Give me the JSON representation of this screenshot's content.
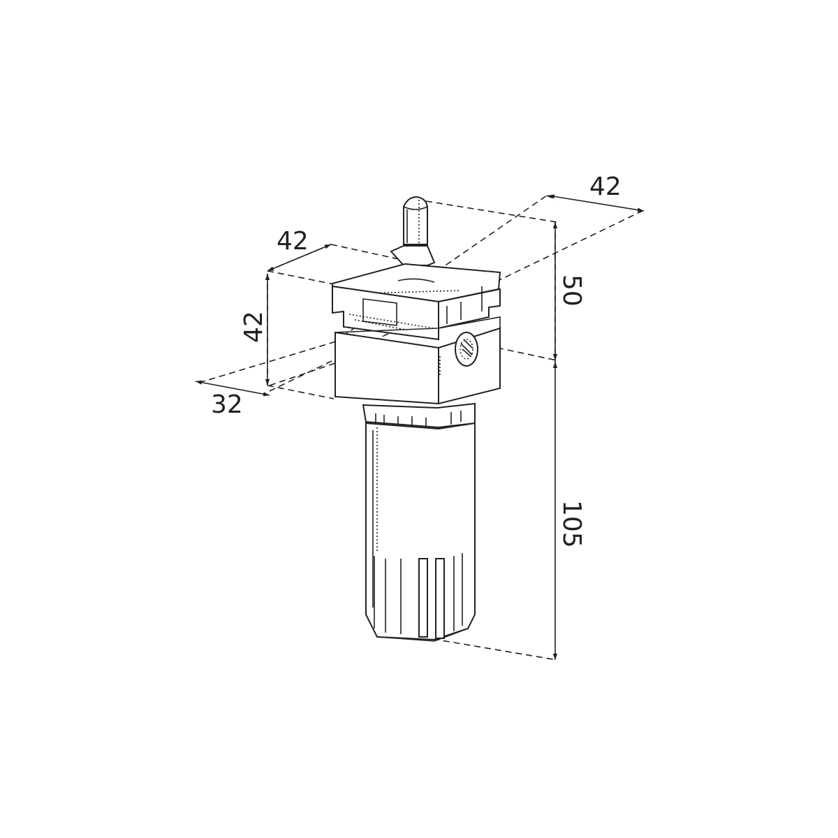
{
  "dimensions": {
    "top_right_width": "42",
    "top_left_width": "42",
    "left_height": "42",
    "left_depth": "32",
    "upper_height": "50",
    "lower_height": "105"
  },
  "colors": {
    "line": "#231f20",
    "background": "#ffffff"
  }
}
